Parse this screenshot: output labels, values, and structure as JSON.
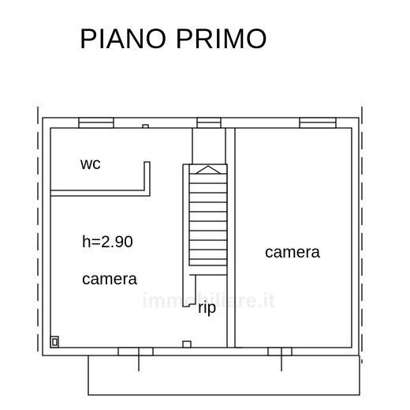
{
  "title": "PIANO PRIMO",
  "rooms": {
    "wc": "wc",
    "height": "h=2.90",
    "camera_left": "camera",
    "camera_right": "camera",
    "rip": "rip"
  },
  "watermark": "immobiliare.it",
  "colors": {
    "line": "#000000",
    "background": "#ffffff"
  }
}
